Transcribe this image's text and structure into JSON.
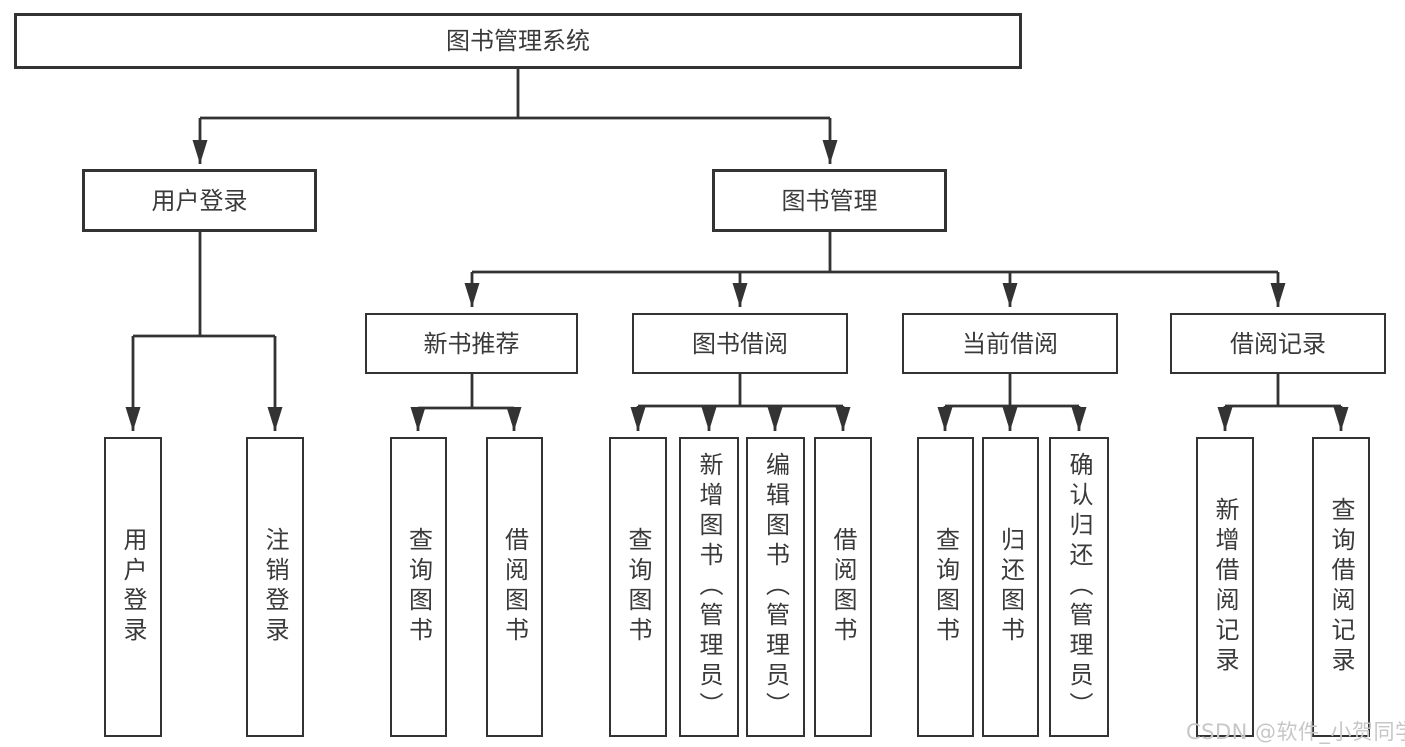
{
  "diagram": {
    "title": "图书管理系统",
    "root": {
      "label": "图书管理系统"
    },
    "branches": [
      {
        "label": "用户登录",
        "children": [
          {
            "label": "用户登录"
          },
          {
            "label": "注销登录"
          }
        ]
      },
      {
        "label": "图书管理",
        "children": [
          {
            "label": "新书推荐",
            "children": [
              {
                "label": "查询图书"
              },
              {
                "label": "借阅图书"
              }
            ]
          },
          {
            "label": "图书借阅",
            "children": [
              {
                "label": "查询图书"
              },
              {
                "label": "新增图书（管理员）"
              },
              {
                "label": "编辑图书（管理员）"
              },
              {
                "label": "借阅图书"
              }
            ]
          },
          {
            "label": "当前借阅",
            "children": [
              {
                "label": "查询图书"
              },
              {
                "label": "归还图书"
              },
              {
                "label": "确认归还（管理员）"
              }
            ]
          },
          {
            "label": "借阅记录",
            "children": [
              {
                "label": "新增借阅记录"
              },
              {
                "label": "查询借阅记录"
              }
            ]
          }
        ]
      }
    ]
  },
  "watermark": {
    "text": "CSDN @软件_小贺同学"
  },
  "colors": {
    "line": "#333333",
    "box_border": "#333333",
    "text": "#3a3a3a",
    "watermark": "#c7c7c7",
    "background": "#ffffff"
  }
}
